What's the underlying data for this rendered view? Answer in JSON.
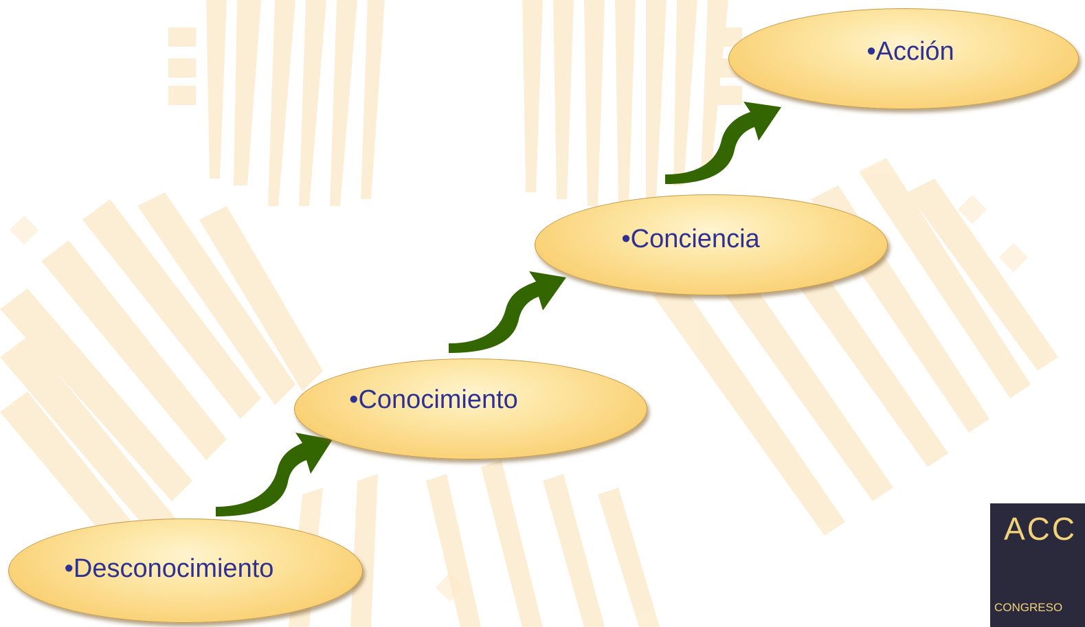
{
  "diagram": {
    "stages": [
      {
        "label": "•Desconocimiento"
      },
      {
        "label": "•Conocimiento"
      },
      {
        "label": "•Conciencia"
      },
      {
        "label": "•Acción"
      }
    ],
    "arrow_color": "#336600",
    "ellipse_fill": "#fbd57e",
    "text_color": "#2e3192"
  },
  "logo": {
    "main_text": "ACC",
    "sub_text": "CONGRESO",
    "background": "#2b2a3d"
  }
}
